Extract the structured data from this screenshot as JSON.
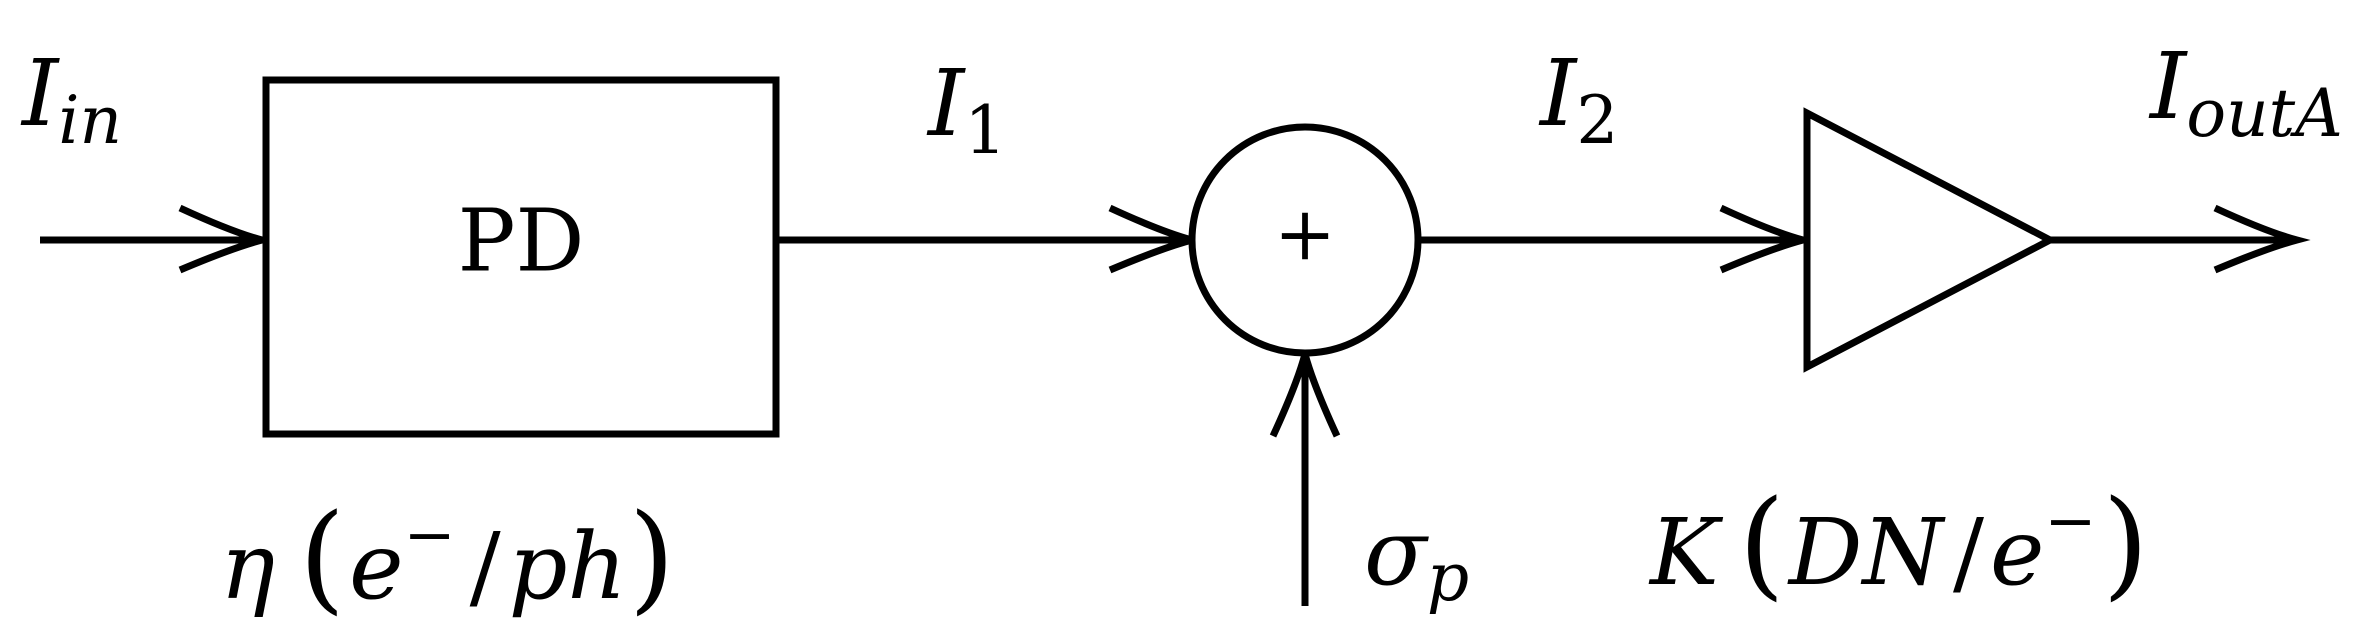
{
  "diagram": {
    "input_label": {
      "main": "I",
      "sub": "in"
    },
    "pd_block": {
      "label": "PD"
    },
    "pd_gain": {
      "symbol": "η",
      "open": "(",
      "num": "e",
      "num_sup": "−",
      "slash": "/",
      "den": "ph",
      "close": ")"
    },
    "signal_1": {
      "main": "I",
      "sub": "1"
    },
    "summer": {
      "symbol": "+"
    },
    "noise": {
      "main": "σ",
      "sub": "p"
    },
    "signal_2": {
      "main": "I",
      "sub": "2"
    },
    "amp_gain": {
      "symbol": "K",
      "open": "(",
      "num": "DN",
      "slash": "/",
      "den": "e",
      "den_sup": "−",
      "close": ")"
    },
    "output_label": {
      "main": "I",
      "sub": "outA"
    }
  }
}
